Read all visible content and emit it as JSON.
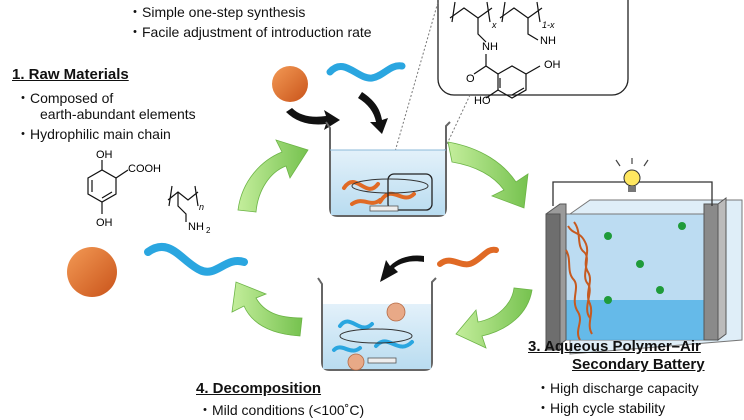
{
  "top_notes": {
    "items": [
      "・Simple one-step synthesis",
      "・Facile adjustment of introduction rate"
    ]
  },
  "raw_materials": {
    "title": "1. Raw Materials",
    "items": [
      "・Composed of",
      "earth-abundant elements",
      "・Hydrophilic main chain"
    ]
  },
  "battery": {
    "title_line1": "3. Aqueous Polymer–Air",
    "title_line2": "Secondary Battery",
    "items": [
      "・High discharge capacity",
      "・High cycle stability"
    ]
  },
  "decomposition": {
    "title": "4. Decomposition",
    "items": [
      "・Mild conditions (<100˚C)"
    ]
  },
  "chem_labels": {
    "oh": "OH",
    "cooh": "COOH",
    "nh2": "NH",
    "nh2_sub": "2",
    "n": "n",
    "x": "x",
    "one_minus_x": "1-x",
    "nh": "NH",
    "o": "O",
    "ho": "HO"
  },
  "colors": {
    "orange": "#e06a25",
    "blue_chain": "#2aa6e0",
    "green_arrow": "#8fd16a",
    "water": "#cfe6f5",
    "electrode": "#9b9b9b"
  }
}
